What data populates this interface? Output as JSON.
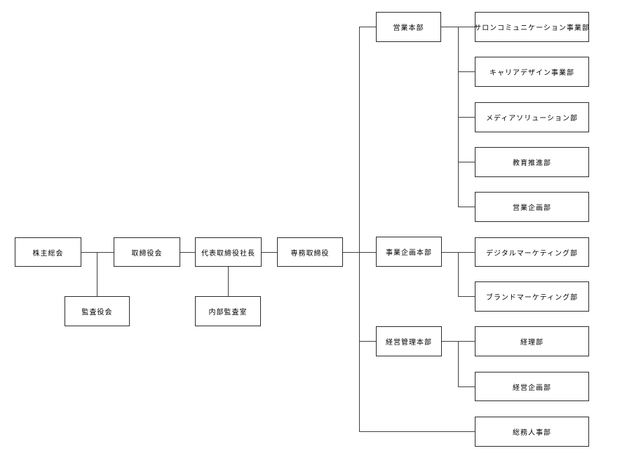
{
  "org": {
    "type": "organization-chart",
    "language": "ja",
    "colors": {
      "background": "#ffffff",
      "box_fill": "#ffffff",
      "box_border": "#2a2a2a",
      "connector_line": "#3f3f3f",
      "text": "#000000"
    },
    "nodes": {
      "shareholders_meeting": {
        "label": "株主総会"
      },
      "board_of_directors": {
        "label": "取締役会"
      },
      "audit_board": {
        "label": "監査役会"
      },
      "representative_director": {
        "label": "代表取締役社長"
      },
      "internal_audit_office": {
        "label": "内部監査室"
      },
      "senior_managing_director": {
        "label": "専務取締役"
      },
      "sales_hq": {
        "label": "営業本部"
      },
      "salon_communication_div": {
        "label": "サロンコミュニケーション事業部"
      },
      "career_design_div": {
        "label": "キャリアデザイン事業部"
      },
      "media_solution_dept": {
        "label": "メディアソリューション部"
      },
      "education_promotion_dept": {
        "label": "教育推進部"
      },
      "sales_planning_dept": {
        "label": "営業企画部"
      },
      "business_planning_hq": {
        "label": "事業企画本部"
      },
      "digital_marketing_dept": {
        "label": "デジタルマーケティング部"
      },
      "brand_marketing_dept": {
        "label": "ブランドマーケティング部"
      },
      "management_admin_hq": {
        "label": "経営管理本部"
      },
      "accounting_dept": {
        "label": "経理部"
      },
      "corporate_planning_dept": {
        "label": "経営企画部"
      },
      "general_affairs_hr_dept": {
        "label": "総務人事部"
      }
    },
    "hierarchy": {
      "main_chain": [
        "shareholders_meeting",
        "board_of_directors",
        "representative_director",
        "senior_managing_director"
      ],
      "audit_board_attached_to": "link between shareholders_meeting and board_of_directors",
      "internal_audit_office_attached_to": "representative_director",
      "senior_managing_director_children": [
        "sales_hq",
        "business_planning_hq",
        "management_admin_hq",
        "general_affairs_hr_dept"
      ],
      "sales_hq_children": [
        "salon_communication_div",
        "career_design_div",
        "media_solution_dept",
        "education_promotion_dept",
        "sales_planning_dept"
      ],
      "business_planning_hq_children": [
        "digital_marketing_dept",
        "brand_marketing_dept"
      ],
      "management_admin_hq_children": [
        "accounting_dept",
        "corporate_planning_dept"
      ]
    }
  }
}
